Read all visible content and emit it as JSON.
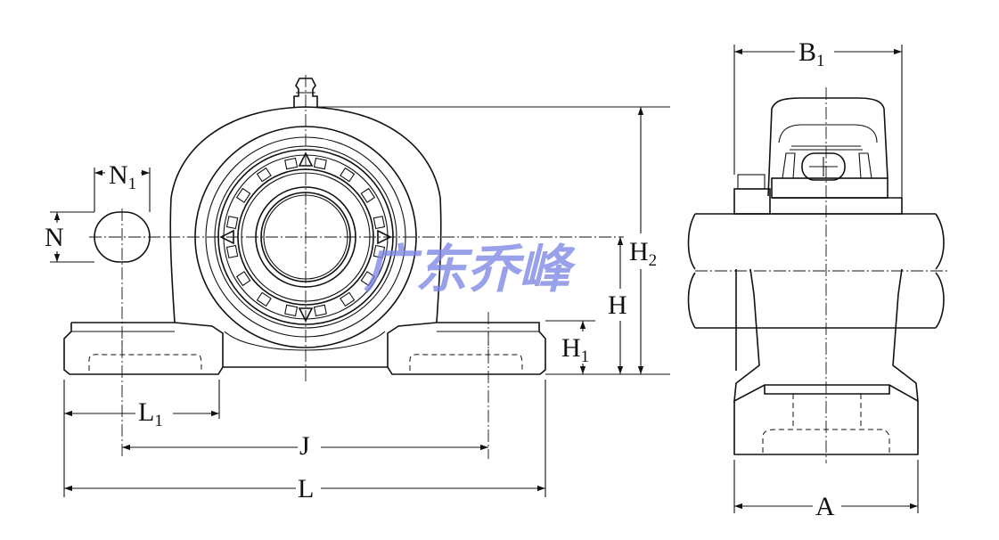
{
  "diagram": {
    "labels": {
      "N1": {
        "main": "N",
        "sub": "1"
      },
      "N": {
        "main": "N"
      },
      "H2": {
        "main": "H",
        "sub": "2"
      },
      "H": {
        "main": "H"
      },
      "H1": {
        "main": "H",
        "sub": "1"
      },
      "L1": {
        "main": "L",
        "sub": "1"
      },
      "J": {
        "main": "J"
      },
      "L": {
        "main": "L"
      },
      "B1": {
        "main": "B",
        "sub": "1"
      },
      "A": {
        "main": "A"
      }
    },
    "watermark": "广东乔峰",
    "colors": {
      "line": "#111111",
      "watermark": "#7c87e6",
      "background": "#ffffff"
    }
  }
}
